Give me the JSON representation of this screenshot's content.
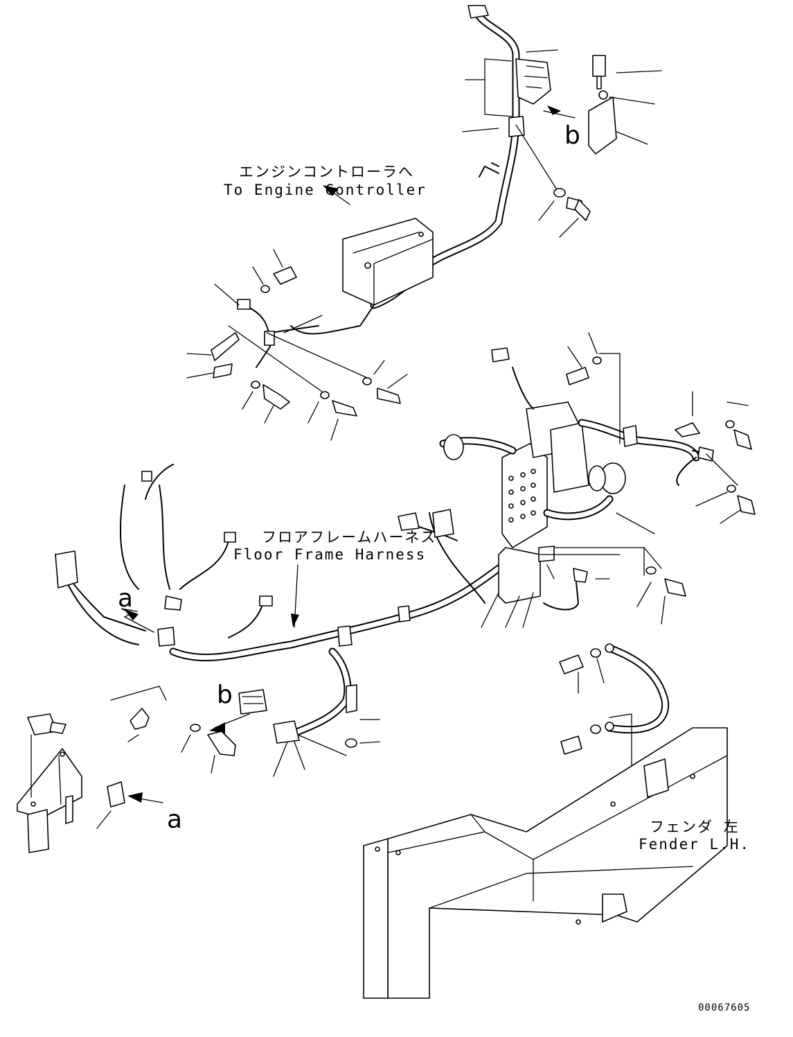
{
  "labels": {
    "engine_controller_jp": "エンジンコントローラへ",
    "engine_controller_en": "To Engine Controller",
    "floor_harness_jp": "フロアフレームハーネス",
    "floor_harness_en": "Floor Frame Harness",
    "fender_jp": "フェンダ 左",
    "fender_en": "Fender L.H."
  },
  "view_markers": {
    "b_top": "b",
    "a_left": "a",
    "b_left": "b",
    "a_bottom": "a"
  },
  "drawing_number": "00067605",
  "icons": [
    "bolt-icon",
    "washer-icon",
    "clamp-icon",
    "connector-icon",
    "arrow-icon"
  ]
}
